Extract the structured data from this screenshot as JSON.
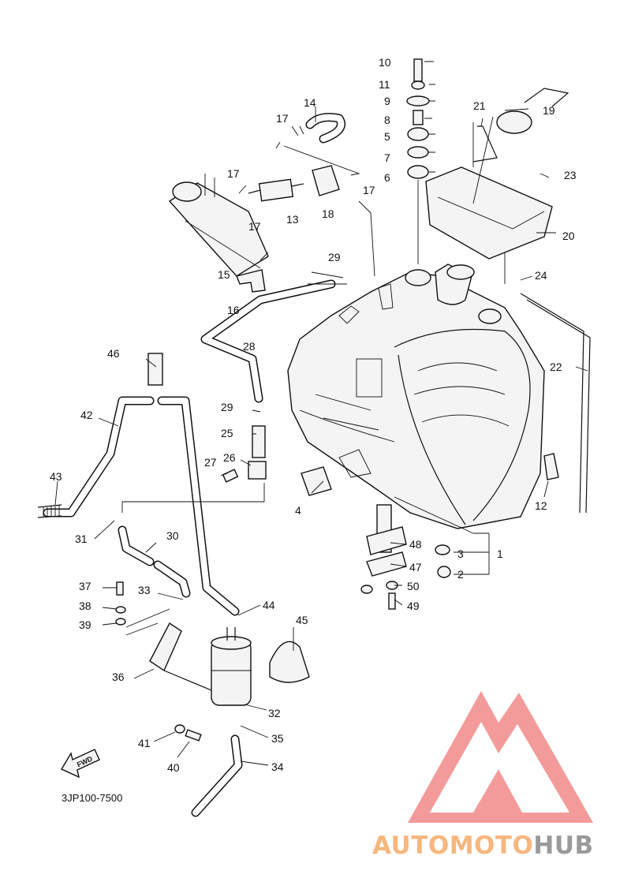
{
  "diagram": {
    "code": "3JP100-7500",
    "fwd_label": "FWD",
    "callouts": [
      {
        "id": "c1",
        "text": "1"
      },
      {
        "id": "c2",
        "text": "2"
      },
      {
        "id": "c3",
        "text": "3"
      },
      {
        "id": "c4",
        "text": "4"
      },
      {
        "id": "c5",
        "text": "5"
      },
      {
        "id": "c6",
        "text": "6"
      },
      {
        "id": "c7",
        "text": "7"
      },
      {
        "id": "c8",
        "text": "8"
      },
      {
        "id": "c9",
        "text": "9"
      },
      {
        "id": "c10",
        "text": "10"
      },
      {
        "id": "c11",
        "text": "11"
      },
      {
        "id": "c12",
        "text": "12"
      },
      {
        "id": "c13",
        "text": "13"
      },
      {
        "id": "c14",
        "text": "14"
      },
      {
        "id": "c15",
        "text": "15"
      },
      {
        "id": "c16",
        "text": "16"
      },
      {
        "id": "c17a",
        "text": "17"
      },
      {
        "id": "c17b",
        "text": "17"
      },
      {
        "id": "c17c",
        "text": "17"
      },
      {
        "id": "c17d",
        "text": "17"
      },
      {
        "id": "c18",
        "text": "18"
      },
      {
        "id": "c19",
        "text": "19"
      },
      {
        "id": "c20",
        "text": "20"
      },
      {
        "id": "c21",
        "text": "21"
      },
      {
        "id": "c22",
        "text": "22"
      },
      {
        "id": "c23",
        "text": "23"
      },
      {
        "id": "c24",
        "text": "24"
      },
      {
        "id": "c25",
        "text": "25"
      },
      {
        "id": "c26",
        "text": "26"
      },
      {
        "id": "c27",
        "text": "27"
      },
      {
        "id": "c28",
        "text": "28"
      },
      {
        "id": "c29a",
        "text": "29"
      },
      {
        "id": "c29b",
        "text": "29"
      },
      {
        "id": "c30",
        "text": "30"
      },
      {
        "id": "c31",
        "text": "31"
      },
      {
        "id": "c32",
        "text": "32"
      },
      {
        "id": "c33",
        "text": "33"
      },
      {
        "id": "c34",
        "text": "34"
      },
      {
        "id": "c35",
        "text": "35"
      },
      {
        "id": "c36",
        "text": "36"
      },
      {
        "id": "c37",
        "text": "37"
      },
      {
        "id": "c38",
        "text": "38"
      },
      {
        "id": "c39",
        "text": "39"
      },
      {
        "id": "c40",
        "text": "40"
      },
      {
        "id": "c41",
        "text": "41"
      },
      {
        "id": "c42",
        "text": "42"
      },
      {
        "id": "c43",
        "text": "43"
      },
      {
        "id": "c44",
        "text": "44"
      },
      {
        "id": "c45",
        "text": "45"
      },
      {
        "id": "c46",
        "text": "46"
      },
      {
        "id": "c47",
        "text": "47"
      },
      {
        "id": "c48",
        "text": "48"
      },
      {
        "id": "c49",
        "text": "49"
      },
      {
        "id": "c50",
        "text": "50"
      }
    ]
  },
  "watermark": {
    "part1": "AUTOMOTO",
    "part2": "HUB",
    "color1": "#f6b77e",
    "color2": "#9a9a9a",
    "logo_color": "#f18a8a"
  }
}
